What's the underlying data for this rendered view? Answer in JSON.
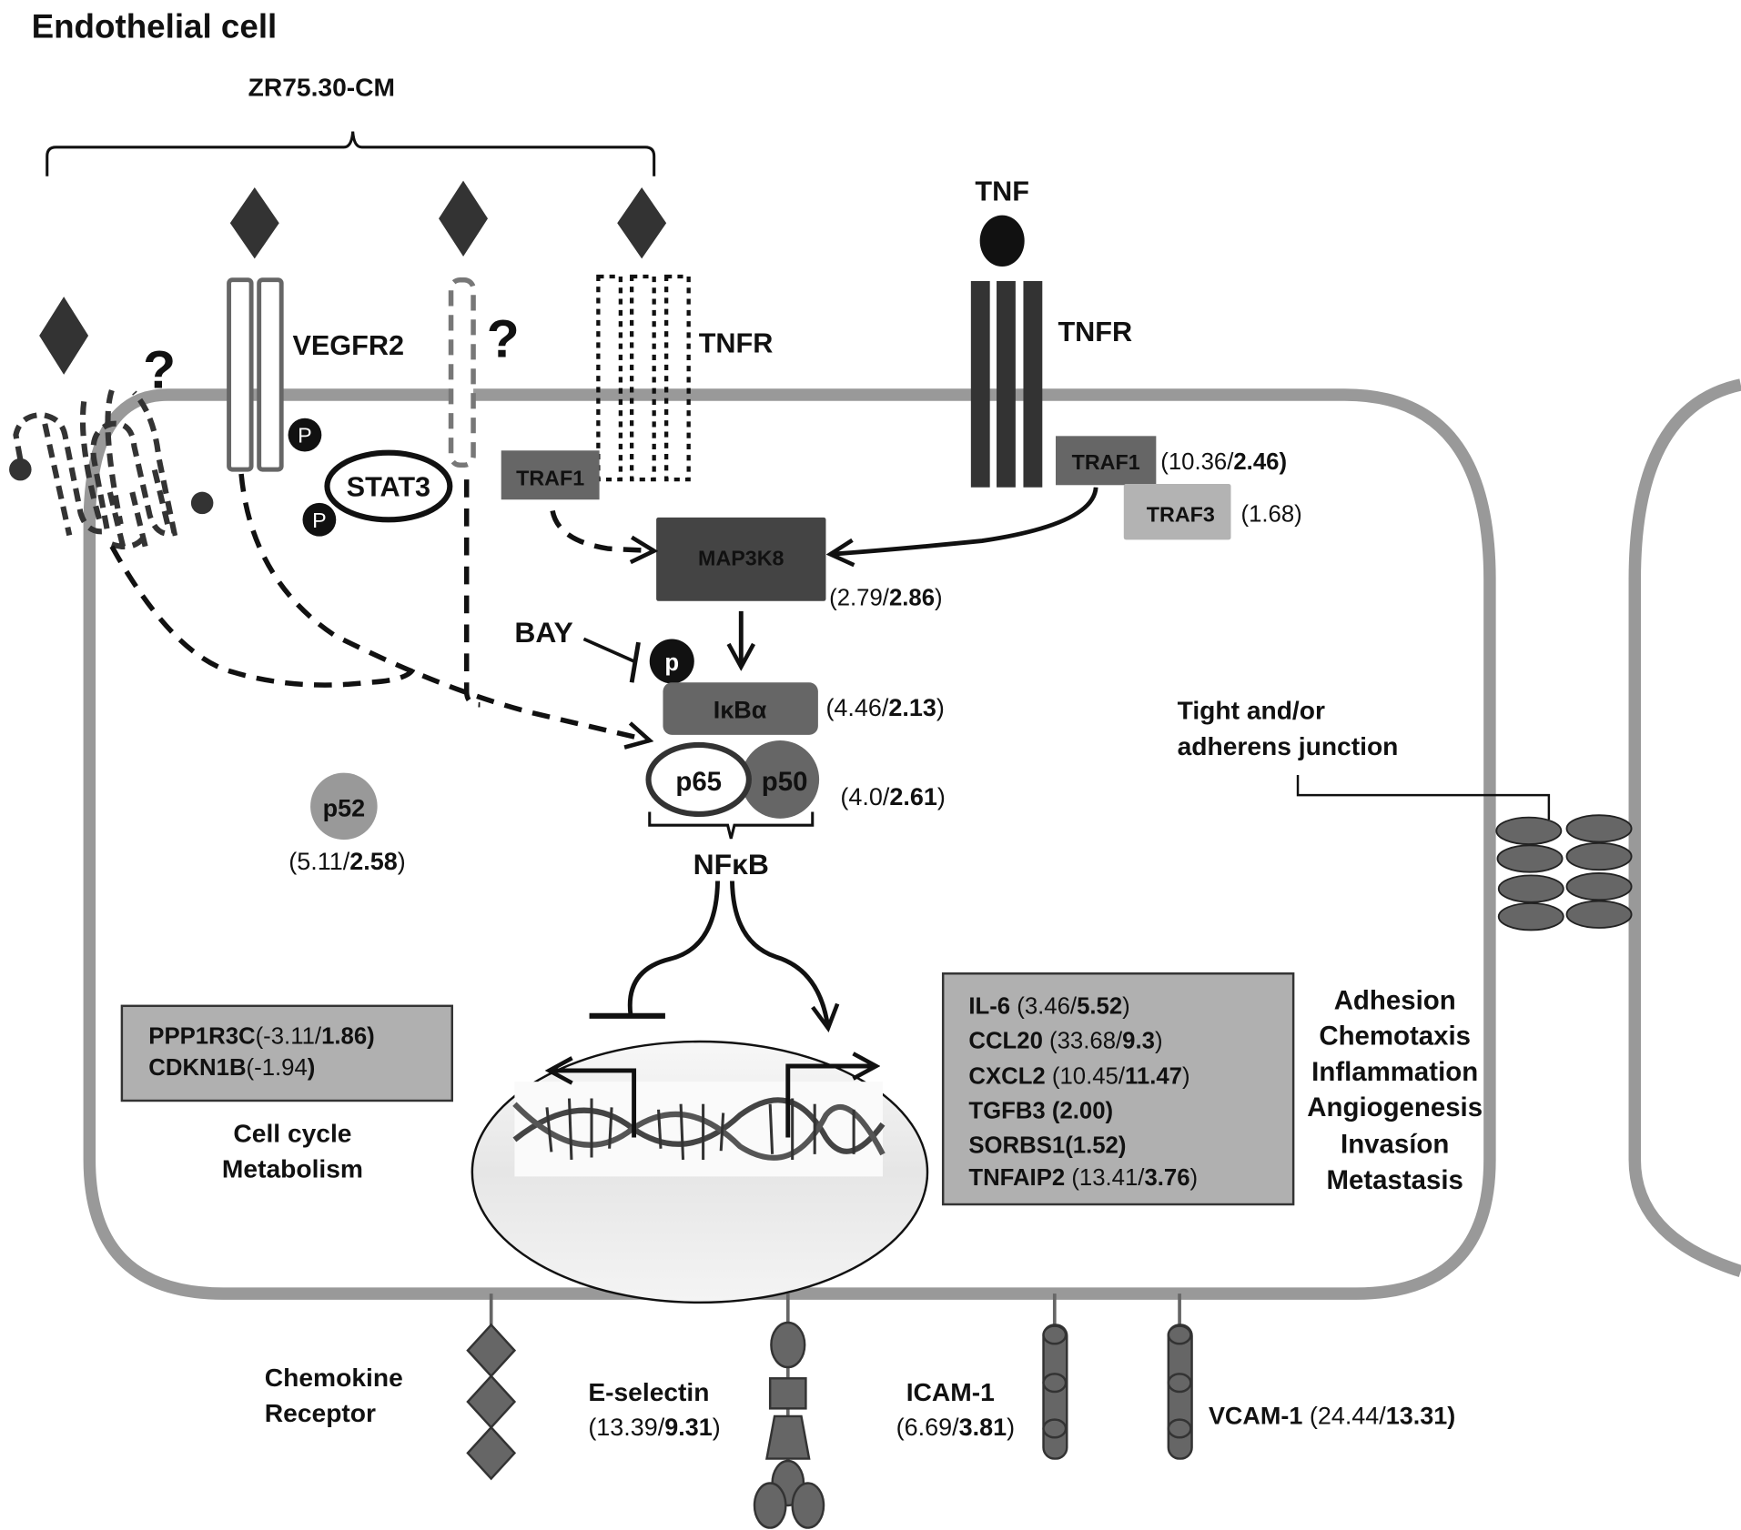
{
  "title": "Endothelial cell",
  "stimulus": "ZR75.30-CM",
  "unknown_marker": "?",
  "receptors": {
    "vegfr2": "VEGFR2",
    "tnfr_dotted": "TNFR",
    "tnfr_solid": "TNFR",
    "tnf": "TNF",
    "phospho": "P",
    "phospho_lower": "p"
  },
  "proteins": {
    "stat3": "STAT3",
    "traf1_left": "TRAF1",
    "traf1_right": {
      "name": "TRAF1",
      "values": "(10.36/",
      "bold": "2.46",
      "close": ")"
    },
    "traf3": {
      "name": "TRAF3",
      "values": "(1.68)"
    },
    "map3k8": {
      "name": "MAP3K8",
      "values": "(2.79/",
      "bold": "2.86",
      "close": ")"
    },
    "bay": "BAY",
    "ikba": {
      "name": "IκBα",
      "values": "(4.46/",
      "bold": "2.13",
      "close": ")"
    },
    "p65": "p65",
    "p50": "p50",
    "p65p50_values": {
      "values": "(4.0/",
      "bold": "2.61",
      "close": ")"
    },
    "nfkb": "NFκB",
    "p52": {
      "name": "p52",
      "values": "(5.11/",
      "bold": "2.58",
      "close": ")"
    }
  },
  "downregulated_box": {
    "lines": [
      {
        "gene": "PPP1R3C",
        "values": "(-3.11/",
        "bold": "1.86)"
      },
      {
        "gene": "CDKN1B",
        "values": "(-1.94",
        "bold": ")"
      }
    ],
    "functions": [
      "Cell cycle",
      "Metabolism"
    ]
  },
  "upregulated_box": {
    "lines": [
      {
        "gene": "IL-6 ",
        "values": "(3.46/",
        "bold": "5.52",
        "close": ")"
      },
      {
        "gene": "CCL20 ",
        "values": "(33.68/",
        "bold": "9.3",
        "close": ")"
      },
      {
        "gene": "CXCL2 ",
        "values": "(10.45/",
        "bold": "11.47",
        "close": ")"
      },
      {
        "gene": "TGFB3 ",
        "values": "",
        "bold": "(2.00)",
        "close": ""
      },
      {
        "gene": "SORBS1",
        "values": "",
        "bold": "(1.52)",
        "close": ""
      },
      {
        "gene": "TNFAIP2 ",
        "values": "(13.41/",
        "bold": "3.76",
        "close": ")"
      }
    ],
    "functions": [
      "Adhesion",
      "Chemotaxis",
      "Inflammation",
      "Angiogenesis",
      "Invasíon",
      "Metastasis"
    ]
  },
  "junction_label": [
    "Tight and/or",
    "adherens junction"
  ],
  "surface_molecules": {
    "chemokine": [
      "Chemokine",
      "Receptor"
    ],
    "eselectin": {
      "name": "E-selectin",
      "values": "(13.39/",
      "bold": "9.31",
      "close": ")"
    },
    "icam1": {
      "name": "ICAM-1",
      "values": "(6.69/",
      "bold": "3.81",
      "close": ")"
    },
    "vcam1": {
      "name": "VCAM-1 ",
      "values": "(24.44/",
      "bold": "13.31",
      "close": ")"
    }
  },
  "colors": {
    "membrane": "#999999",
    "dark_protein": "#333333",
    "mid_protein": "#666666",
    "light_protein": "#b3b3b3",
    "box_fill": "#b0b0b0"
  }
}
